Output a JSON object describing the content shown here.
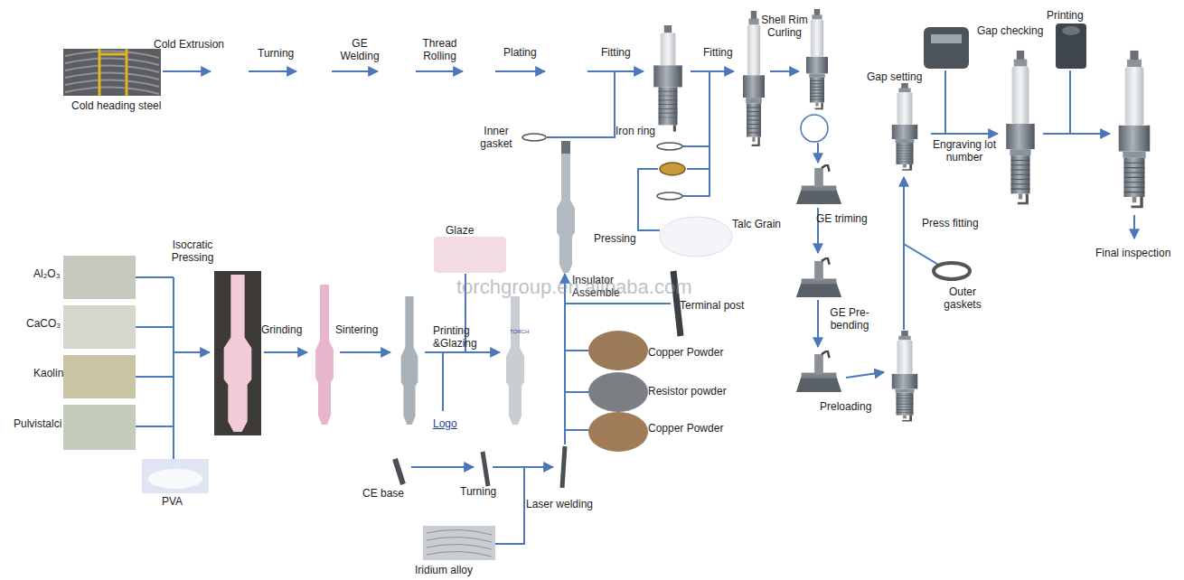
{
  "diagram": {
    "labels": [
      "Cold Extrusion",
      "Turning",
      "GE Welding",
      "Thread Rolling",
      "Plating",
      "Fitting",
      "Fitting",
      "Shell Rim Curling",
      "Gap checking",
      "Printing",
      "Cold heading steel",
      "Gap setting",
      "Inner gasket",
      "Iron ring",
      "Engraving lot number",
      "GE triming",
      "Press fitting",
      "Pressing",
      "Talc Grain",
      "Glaze",
      "Isocratic Pressing",
      "Al₂O₃",
      "CaCO₃",
      "Kaolin",
      "Pulvistalci",
      "PVA",
      "Grinding",
      "Sintering",
      "Printing &Glazing",
      "Logo",
      "Insulator Assemble",
      "Terminal post",
      "Copper Powder",
      "Resistor powder",
      "Copper Powder",
      "CE base",
      "Turning",
      "Laser welding",
      "Iridium alloy",
      "GE Pre-bending",
      "Preloading",
      "Outer gaskets",
      "Final inspection",
      "torchgroup.en.alibaba.com",
      "TORCH"
    ]
  }
}
